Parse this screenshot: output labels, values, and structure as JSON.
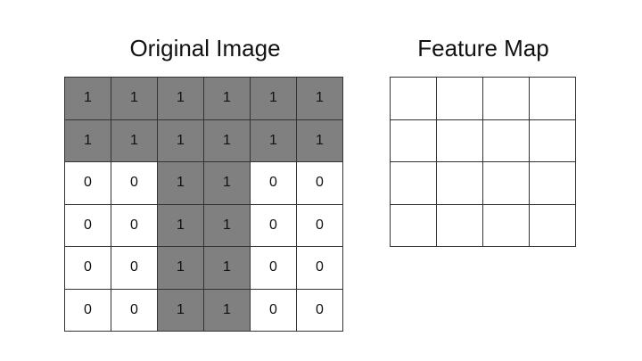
{
  "original": {
    "title": "Original Image",
    "values": [
      [
        1,
        1,
        1,
        1,
        1,
        1
      ],
      [
        1,
        1,
        1,
        1,
        1,
        1
      ],
      [
        0,
        0,
        1,
        1,
        0,
        0
      ],
      [
        0,
        0,
        1,
        1,
        0,
        0
      ],
      [
        0,
        0,
        1,
        1,
        0,
        0
      ],
      [
        0,
        0,
        1,
        1,
        0,
        0
      ]
    ],
    "shaded_color": "#808080"
  },
  "feature_map": {
    "title": "Feature Map",
    "rows": 4,
    "cols": 4,
    "values": [
      [
        "",
        "",
        "",
        ""
      ],
      [
        "",
        "",
        "",
        ""
      ],
      [
        "",
        "",
        "",
        ""
      ],
      [
        "",
        "",
        "",
        ""
      ]
    ]
  }
}
